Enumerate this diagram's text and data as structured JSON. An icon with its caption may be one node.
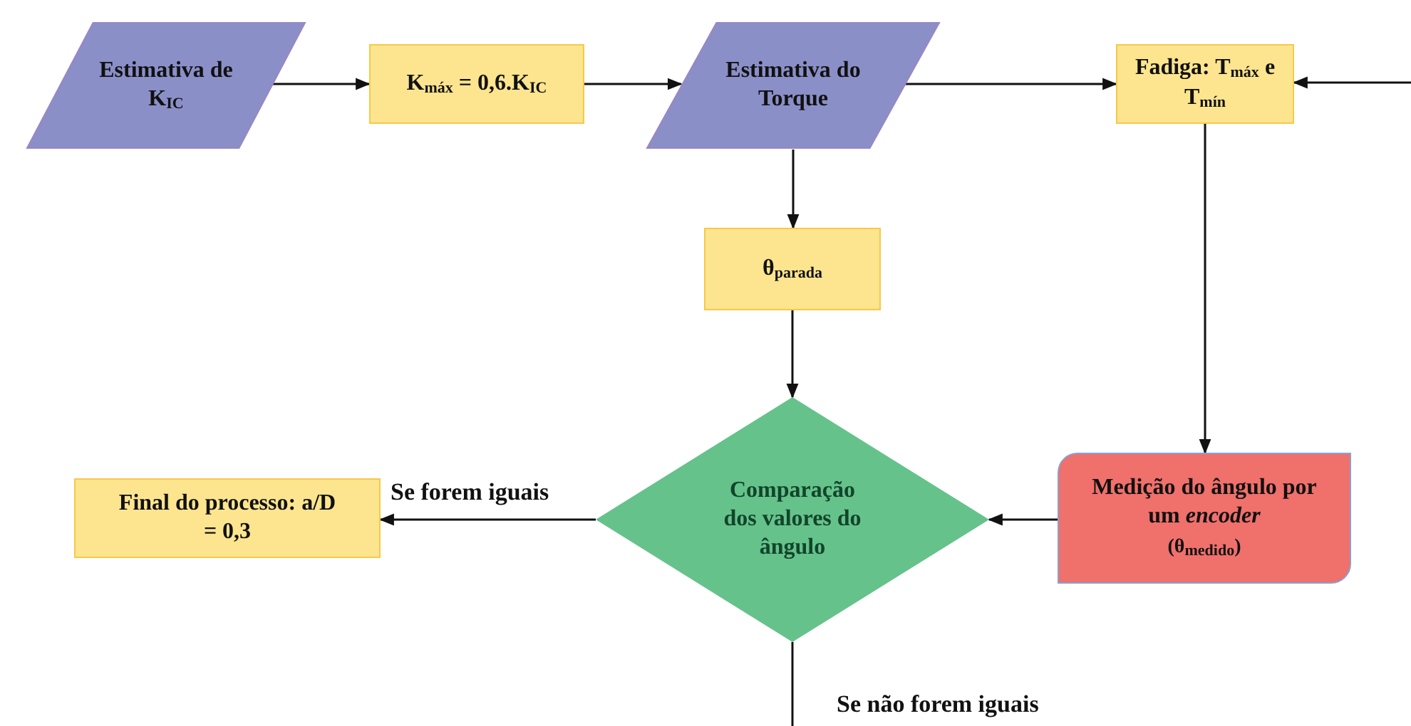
{
  "diagram": {
    "nodes": [
      {
        "text": [
          "Estimativa de K$_{IC}$"
        ]
      },
      {
        "text": [
          "K$_{máx}$ = 0,6.K$_{IC}$"
        ]
      },
      {
        "text": [
          "Estimativa do Torque"
        ]
      },
      {
        "text": [
          "Fadiga: T$_{máx}$ e T$_{mín}$"
        ]
      },
      {
        "text": [
          "θ$_{parada}$"
        ]
      },
      {
        "text": [
          "Comparação dos valores do ângulo"
        ]
      },
      {
        "text": [
          "Medição do ângulo por um *encoder*",
          "(θ$_{medido}$)"
        ]
      },
      {
        "text": [
          "Final do processo: a/D = 0,3"
        ]
      }
    ],
    "edges": [
      {
        "from": 0,
        "to": 1,
        "arrow": "to"
      },
      {
        "from": 1,
        "to": 2,
        "arrow": "to"
      },
      {
        "from": 2,
        "to": 3,
        "arrow": "to"
      },
      {
        "from": null,
        "to": 3,
        "arrow": "to"
      },
      {
        "from": 2,
        "to": 4,
        "arrow": "to"
      },
      {
        "from": 4,
        "to": 5,
        "arrow": "to"
      },
      {
        "from": 3,
        "to": 6,
        "arrow": "to"
      },
      {
        "from": 6,
        "to": 5,
        "arrow": "to"
      },
      {
        "from": 5,
        "to": 7,
        "label": "Se forem iguais",
        "arrow": "to"
      },
      {
        "from": 5,
        "to": null,
        "label": "Se não forem iguais",
        "arrow": "none"
      }
    ]
  }
}
